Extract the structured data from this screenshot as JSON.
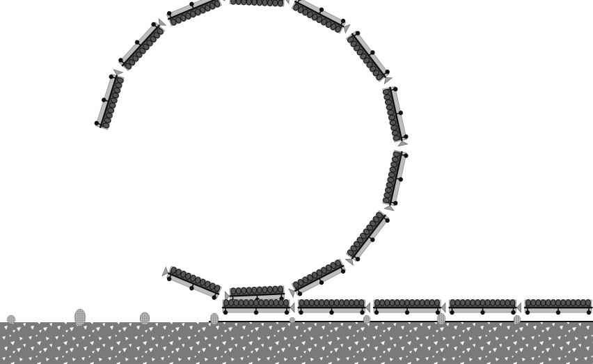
{
  "scene": {
    "description_colors": {
      "background": "#ffffff",
      "ground_fill": "#7a7a7a",
      "ground_speckle": "#ffffff",
      "car_body": "#555555",
      "car_frame": "#bdbdbd",
      "track": "#111111"
    },
    "loop": {
      "car_count": 12,
      "open_gap_start_deg": 150,
      "open_gap_end_deg": 210
    },
    "ground_train": {
      "car_count": 5
    },
    "pebbles": {
      "count": 8
    }
  }
}
